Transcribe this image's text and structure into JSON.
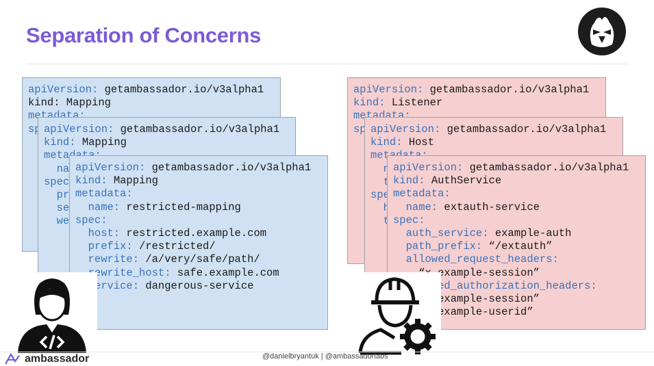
{
  "slide": {
    "title": "Separation of Concerns",
    "footer_handle": "@danielbryantuk | @ambassadorlabs",
    "brand_name": "ambassador"
  },
  "colors": {
    "title": "#7b5bd6",
    "blue_card": "#cfe1f3",
    "pink_card": "#f6cfd0",
    "key": "#3b73b8"
  },
  "icons": {
    "logo": "angry-bird-logo-icon",
    "developer": "developer-avatar-icon",
    "operator": "operator-engineer-icon",
    "brand": "ambassador-logo-icon"
  },
  "left_cards": [
    {
      "lines": [
        {
          "k": "apiVersion:",
          "v": " getambassador.io/v3alpha1"
        },
        {
          "k": "",
          "v": "kind: Mapping"
        },
        {
          "k": "metadata:",
          "v": ""
        },
        {
          "k": "sp",
          "v": ""
        }
      ]
    },
    {
      "lines": [
        {
          "k": "apiVersion:",
          "v": " getambassador.io/v3alpha1"
        },
        {
          "k": "kind:",
          "v": " Mapping"
        },
        {
          "k": "metadata:",
          "v": ""
        },
        {
          "k": "  na",
          "v": ""
        },
        {
          "k": "spec",
          "v": ""
        },
        {
          "k": "  pr",
          "v": ""
        },
        {
          "k": "  se",
          "v": ""
        },
        {
          "k": "  we",
          "v": ""
        }
      ]
    },
    {
      "lines": [
        {
          "k": "apiVersion:",
          "v": " getambassador.io/v3alpha1"
        },
        {
          "k": "kind:",
          "v": " Mapping"
        },
        {
          "k": "metadata:",
          "v": ""
        },
        {
          "k": "  name:",
          "v": " restricted-mapping"
        },
        {
          "k": "spec:",
          "v": ""
        },
        {
          "k": "  host:",
          "v": " restricted.example.com"
        },
        {
          "k": "  prefix:",
          "v": " /restricted/"
        },
        {
          "k": "  rewrite:",
          "v": " /a/very/safe/path/"
        },
        {
          "k": "  rewrite_host:",
          "v": " safe.example.com"
        },
        {
          "k": "  service:",
          "v": " dangerous-service"
        }
      ]
    }
  ],
  "right_cards": [
    {
      "lines": [
        {
          "k": "apiVersion:",
          "v": " getambassador.io/v3alpha1"
        },
        {
          "k": "kind:",
          "v": " Listener"
        },
        {
          "k": "metadata:",
          "v": ""
        },
        {
          "k": "sp",
          "v": ""
        }
      ]
    },
    {
      "lines": [
        {
          "k": "apiVersion:",
          "v": " getambassador.io/v3alpha1"
        },
        {
          "k": "kind:",
          "v": " Host"
        },
        {
          "k": "metadata:",
          "v": ""
        },
        {
          "k": "  n",
          "v": ""
        },
        {
          "k": "  t",
          "v": ""
        },
        {
          "k": "spe",
          "v": ""
        },
        {
          "k": "  h",
          "v": ""
        },
        {
          "k": "  t",
          "v": ""
        }
      ]
    },
    {
      "lines": [
        {
          "k": "apiVersion:",
          "v": " getambassador.io/v3alpha1"
        },
        {
          "k": "kind:",
          "v": " AuthService"
        },
        {
          "k": "metadata:",
          "v": ""
        },
        {
          "k": "  name:",
          "v": " extauth-service"
        },
        {
          "k": "spec:",
          "v": ""
        },
        {
          "k": "  auth_service:",
          "v": " example-auth"
        },
        {
          "k": "  path_prefix:",
          "v": " “/extauth”"
        },
        {
          "k": "  allowed_request_headers:",
          "v": ""
        },
        {
          "k": "",
          "v": "  - “x-example-session”"
        },
        {
          "k": "  allowed_authorization_headers:",
          "v": ""
        },
        {
          "k": "",
          "v": "  - “x-example-session”"
        },
        {
          "k": "",
          "v": "  - “x-example-userid”"
        }
      ]
    }
  ]
}
